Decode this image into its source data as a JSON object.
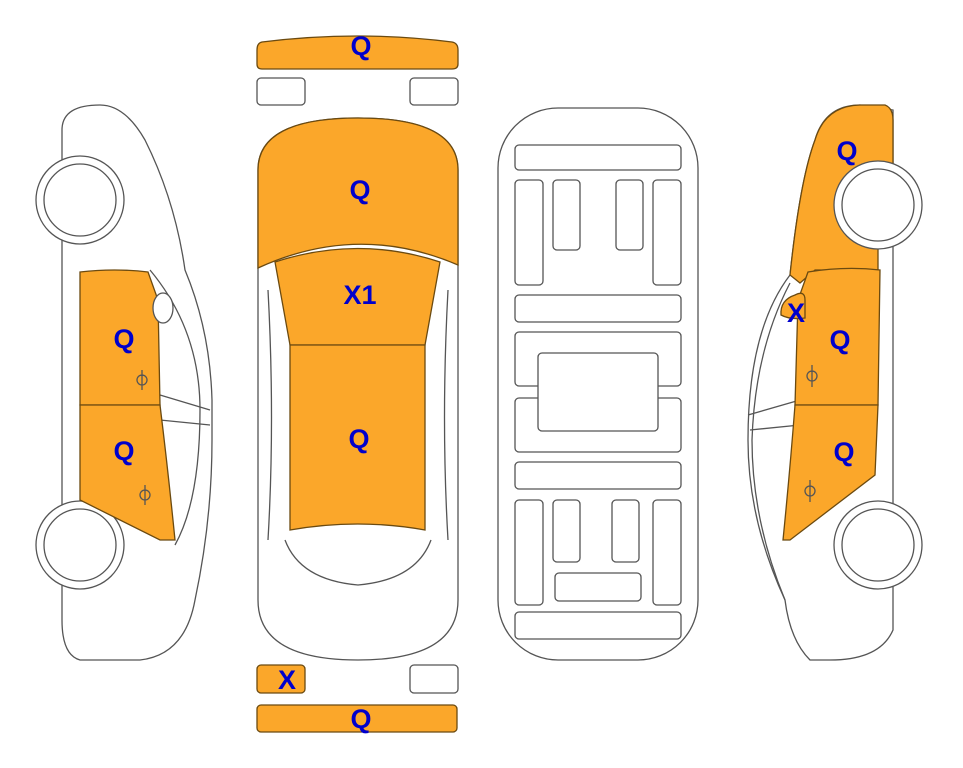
{
  "diagram": {
    "title": "Vehicle damage diagram",
    "colors": {
      "damaged": "#FBA72A",
      "label": "#0000CC",
      "outline": "#555555"
    },
    "parts": [
      {
        "id": "front-bumper",
        "code": "Q"
      },
      {
        "id": "hood",
        "code": "Q"
      },
      {
        "id": "windshield",
        "code": "X1"
      },
      {
        "id": "roof",
        "code": "Q"
      },
      {
        "id": "rear-left-light",
        "code": "X"
      },
      {
        "id": "rear-bumper",
        "code": "Q"
      },
      {
        "id": "left-front-door",
        "code": "Q"
      },
      {
        "id": "left-rear-door",
        "code": "Q"
      },
      {
        "id": "right-front-fender",
        "code": "Q"
      },
      {
        "id": "right-mirror",
        "code": "X"
      },
      {
        "id": "right-front-door",
        "code": "Q"
      },
      {
        "id": "right-rear-door",
        "code": "Q"
      }
    ]
  }
}
